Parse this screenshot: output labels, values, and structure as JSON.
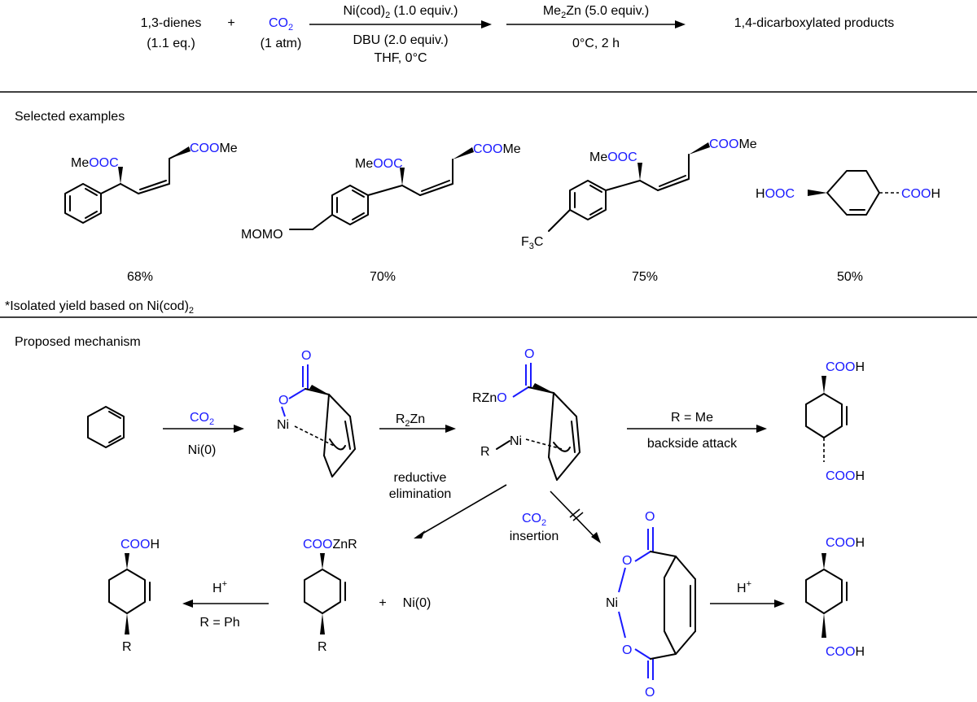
{
  "reaction": {
    "reagent1": "1,3-dienes",
    "reagent1_amount": "(1.1 eq.)",
    "plus": "+",
    "reagent2": "CO2",
    "reagent2_amount": "(1 atm)",
    "step1_top": "Ni(cod)2 (1.0 equiv.)",
    "step1_bottom1": "DBU (2.0 equiv.)",
    "step1_bottom2": "THF, 0°C",
    "step2_top": "Me2Zn (5.0 equiv.)",
    "step2_bottom": "0°C, 2 h",
    "product": "1,4-dicarboxylated products"
  },
  "examples": {
    "heading": "Selected examples",
    "items": [
      {
        "yield": "68%",
        "labels": [
          "MeOOC",
          "COOMe"
        ]
      },
      {
        "yield": "70%",
        "labels": [
          "MeOOC",
          "COOMe",
          "MOMO"
        ]
      },
      {
        "yield": "75%",
        "labels": [
          "MeOOC",
          "COOMe",
          "F3C"
        ]
      },
      {
        "yield": "50%",
        "labels": [
          "HOOC",
          "COOH"
        ]
      }
    ],
    "footnote": "*Isolated yield based on Ni(cod)2"
  },
  "mechanism": {
    "heading": "Proposed mechanism",
    "co2": "CO2",
    "ni0": "Ni(0)",
    "r2zn": "R2Zn",
    "r_eq_me": "R = Me",
    "backside": "backside attack",
    "reductive1": "reductive",
    "reductive2": "elimination",
    "co2b": "CO2",
    "insertion": "insertion",
    "h_plus": "H+",
    "r_eq_ph": "R = Ph",
    "plus": "+",
    "ni0b": "Ni(0)",
    "labels": {
      "o": "O",
      "ni": "Ni",
      "rzno": "RZnO",
      "r": "R",
      "cooh": "COOH",
      "coozn": "COOZnR"
    }
  },
  "colors": {
    "accent": "#1a1aff",
    "text": "#000000"
  }
}
